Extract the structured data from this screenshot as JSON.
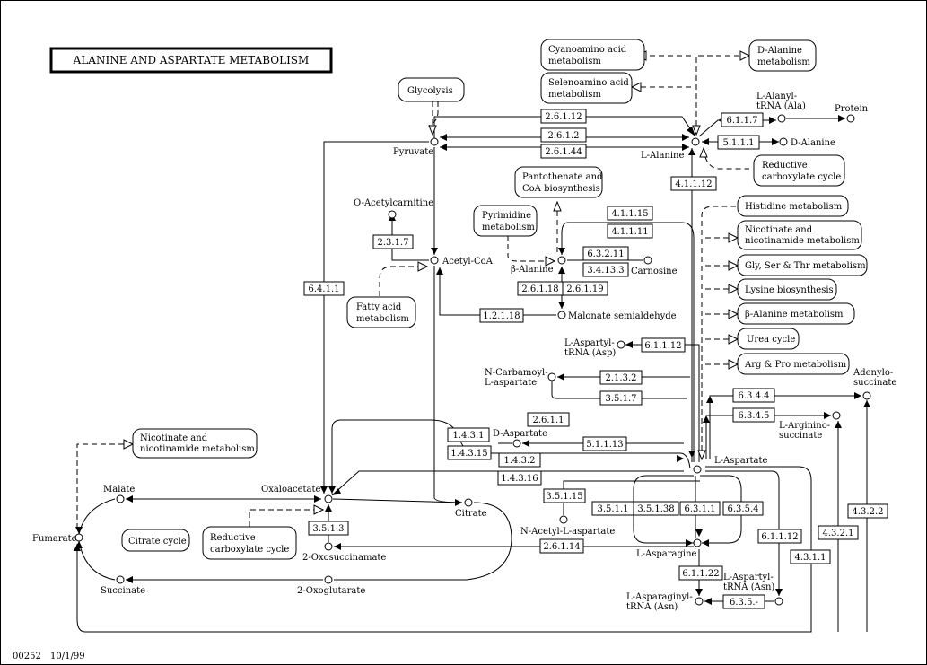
{
  "title": "ALANINE AND ASPARTATE METABOLISM",
  "footer": {
    "map_id": "00252",
    "date": "10/1/99"
  },
  "compounds": {
    "pyruvate": "Pyruvate",
    "l_alanine": "L-Alanine",
    "acetyl_coa": "Acetyl-CoA",
    "o_acetylcarnitine": "O-Acetylcarnitine",
    "beta_alanine": "β-Alanine",
    "carnosine": "Carnosine",
    "malonate_semialdehyde": "Malonate semialdehyde",
    "l_alanyl_trna": [
      "L-Alanyl-",
      "tRNA (Ala)"
    ],
    "protein": "Protein",
    "d_alanine": "D-Alanine",
    "l_aspartyl_trna": [
      "L-Aspartyl-",
      "tRNA (Asp)"
    ],
    "n_carbamoyl_l_aspartate": [
      "N-Carbamoyl-",
      "L-aspartate"
    ],
    "adenylosuccinate": [
      "Adenylo-",
      "succinate"
    ],
    "l_arginino_succinate": [
      "L-Arginino-",
      "succinate"
    ],
    "d_aspartate": "D-Aspartate",
    "l_aspartate": "L-Aspartate",
    "malate": "Malate",
    "oxaloacetate": "Oxaloacetate",
    "citrate": "Citrate",
    "fumarate": "Fumarate",
    "two_oxosuccinamate": "2-Oxosuccinamate",
    "succinate": "Succinate",
    "two_oxoglutarate": "2-Oxoglutarate",
    "n_acetyl_l_aspartate": "N-Acetyl-L-aspartate",
    "l_asparagine": "L-Asparagine",
    "l_asparaginyl_trna": [
      "L-Asparaginyl-",
      "tRNA (Asn)"
    ],
    "l_aspartyl_trna_asn": [
      "L-Aspartyl-",
      "tRNA (Asn)"
    ]
  },
  "pathways": {
    "cyanoamino": [
      "Cyanoamino acid",
      "metabolism"
    ],
    "d_alanine_met": [
      "D-Alanine",
      "metabolism"
    ],
    "selenoamino": [
      "Selenoamino acid",
      "metabolism"
    ],
    "glycolysis": [
      "Glycolysis"
    ],
    "pantothenate": [
      "Pantothenate and",
      "CoA biosynthesis"
    ],
    "pyrimidine": [
      "Pyrimidine",
      "metabolism"
    ],
    "fatty_acid": [
      "Fatty acid",
      "metabolism"
    ],
    "reductive_carb_1": [
      "Reductive",
      "carboxylate cycle"
    ],
    "histidine": [
      "Histidine metabolism"
    ],
    "nicotinate_1": [
      "Nicotinate and",
      "nicotinamide metabolism"
    ],
    "gly_ser_thr": [
      "Gly, Ser & Thr metabolism"
    ],
    "lysine": [
      "Lysine biosynthesis"
    ],
    "beta_alanine_met": [
      "β-Alanine metabolism"
    ],
    "urea": [
      "Urea cycle"
    ],
    "arg_pro": [
      "Arg & Pro metabolism"
    ],
    "nicotinate_2": [
      "Nicotinate and",
      "nicotinamide metabolism"
    ],
    "citrate_cycle": [
      "Citrate cycle"
    ],
    "reductive_carb_2": [
      "Reductive",
      "carboxylate cycle"
    ]
  },
  "enzymes": {
    "e1": "2.6.1.12",
    "e2": "2.6.1.2",
    "e3": "2.6.1.44",
    "e4": "6.1.1.7",
    "e5": "5.1.1.1",
    "e6": "4.1.1.12",
    "e7": "2.3.1.7",
    "e8": "6.4.1.1",
    "e9": "4.1.1.15",
    "e10": "4.1.1.11",
    "e11": "6.3.2.11",
    "e12": "3.4.13.3",
    "e13": "2.6.1.18",
    "e14": "2.6.1.19",
    "e15": "1.2.1.18",
    "e16": "6.1.1.12",
    "e17": "2.1.3.2",
    "e18": "3.5.1.7",
    "e19": "6.3.4.4",
    "e20": "6.3.4.5",
    "e21": "2.6.1.1",
    "e22": "1.4.3.1",
    "e23": "1.4.3.15",
    "e24": "5.1.1.13",
    "e25": "1.4.3.2",
    "e26": "1.4.3.16",
    "e27": "3.5.1.15",
    "e28": "3.5.1.1",
    "e29": "3.5.1.38",
    "e30": "6.3.1.1",
    "e31": "6.3.5.4",
    "e32": "6.1.1.12",
    "e33": "3.5.1.3",
    "e34": "2.6.1.14",
    "e35": "4.3.2.1",
    "e36": "4.3.1.1",
    "e37": "4.3.2.2",
    "e38": "6.1.1.22",
    "e39": "6.3.5.-"
  }
}
